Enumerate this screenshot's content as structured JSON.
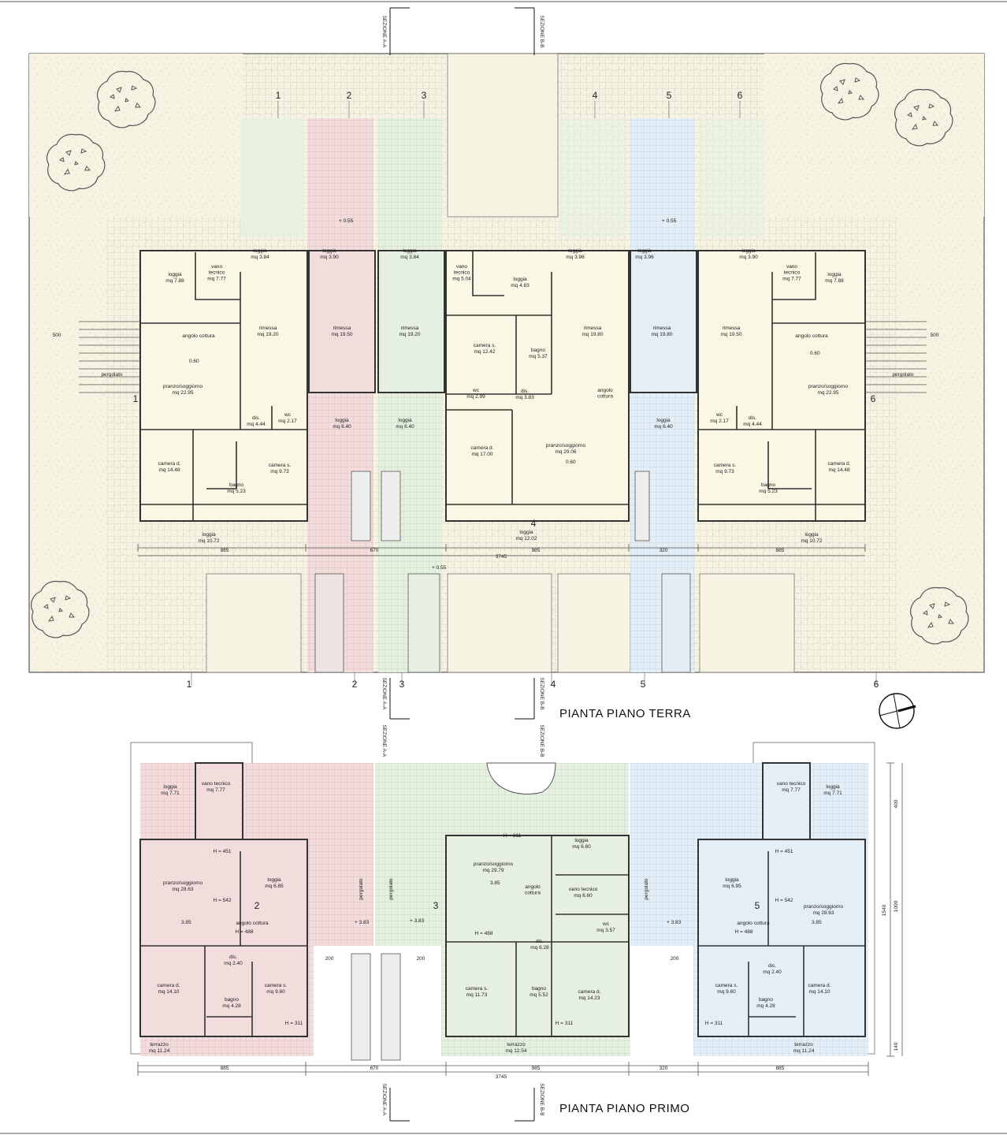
{
  "titles": {
    "ground": "PIANTA PIANO TERRA",
    "first": "PIANTA PIANO PRIMO"
  },
  "sections": {
    "aa": "SEZIONE A-A",
    "bb": "SEZIONE B-B"
  },
  "unit_numbers": [
    "1",
    "2",
    "3",
    "4",
    "5",
    "6"
  ],
  "colors": {
    "garden": "#f7f3e2",
    "paving": "#eef1ea",
    "unit_cream": "#faf7e4",
    "unit_red": "#f3dcdc",
    "unit_green": "#e6f0e0",
    "unit_blue": "#e4eef6",
    "wall": "#333333"
  },
  "ground_floor": {
    "dimensions": {
      "total": "3745",
      "modules": [
        "885",
        "670",
        "985",
        "320",
        "885"
      ],
      "side_500": "500"
    },
    "levels": [
      "+ 0.55",
      "+ 0.55",
      "+ 0.55",
      "0.60",
      "0.60",
      "0.60"
    ],
    "rooms": [
      {
        "label": "loggia",
        "area": "mq 7.88"
      },
      {
        "label": "vano\ntecnico",
        "area": "mq 7.77"
      },
      {
        "label": "loggia",
        "area": "mq 3.84"
      },
      {
        "label": "rimessa",
        "area": "mq 19.20"
      },
      {
        "label": "angolo cottura",
        "area": ""
      },
      {
        "label": "pranzo/soggiorno",
        "area": "mq 22.95"
      },
      {
        "label": "dis.",
        "area": "mq 4.44"
      },
      {
        "label": "wc",
        "area": "mq 2.17"
      },
      {
        "label": "camera d.",
        "area": "mq 14.48"
      },
      {
        "label": "camera s.",
        "area": "mq 9.73"
      },
      {
        "label": "bagno",
        "area": "mq 5.23"
      },
      {
        "label": "loggia",
        "area": "mq 10.72"
      },
      {
        "label": "loggia",
        "area": "mq 3.90"
      },
      {
        "label": "rimessa",
        "area": "mq 19.50"
      },
      {
        "label": "loggia",
        "area": "mq 6.40"
      },
      {
        "label": "loggia",
        "area": "mq 3.84"
      },
      {
        "label": "rimessa",
        "area": "mq 19.20"
      },
      {
        "label": "loggia",
        "area": "mq 6.40"
      },
      {
        "label": "vano\ntecnico",
        "area": "mq 5.04"
      },
      {
        "label": "loggia",
        "area": "mq 4.83"
      },
      {
        "label": "camera s.",
        "area": "mq 12.42"
      },
      {
        "label": "bagno",
        "area": "mq 5.37"
      },
      {
        "label": "wc",
        "area": "mq 2.99"
      },
      {
        "label": "dis.",
        "area": "mq 3.83"
      },
      {
        "label": "camera d.",
        "area": "mq 17.00"
      },
      {
        "label": "pranzo/soggiorno",
        "area": "mq 29.06"
      },
      {
        "label": "angolo\ncottura",
        "area": ""
      },
      {
        "label": "loggia",
        "area": "mq 12.02"
      },
      {
        "label": "loggia",
        "area": "mq 3.96"
      },
      {
        "label": "rimessa",
        "area": "mq 19.80"
      },
      {
        "label": "loggia",
        "area": "mq 3.96"
      },
      {
        "label": "rimessa",
        "area": "mq 19.80"
      },
      {
        "label": "loggia",
        "area": "mq 6.40"
      },
      {
        "label": "rimessa",
        "area": "mq 19.50"
      },
      {
        "label": "loggia",
        "area": "mq 3.90"
      },
      {
        "label": "vano\ntecnico",
        "area": "mq 7.77"
      },
      {
        "label": "loggia",
        "area": "mq 7.88"
      },
      {
        "label": "angolo cottura",
        "area": ""
      },
      {
        "label": "pranzo/soggiorno",
        "area": "mq 22.95"
      },
      {
        "label": "wc",
        "area": "mq 2.17"
      },
      {
        "label": "dis.",
        "area": "mq 4.44"
      },
      {
        "label": "camera s.",
        "area": "mq 9.73"
      },
      {
        "label": "bagno",
        "area": "mq 5.23"
      },
      {
        "label": "camera d.",
        "area": "mq 14.48"
      },
      {
        "label": "loggia",
        "area": "mq 10.72"
      }
    ],
    "labels": {
      "pergolato": "pergolato"
    }
  },
  "first_floor": {
    "dimensions": {
      "total": "3745",
      "modules": [
        "885",
        "670",
        "985",
        "320",
        "885"
      ],
      "side_total": "1540",
      "side_1000": "1000",
      "side_400": "400",
      "side_140": "140",
      "gap_200": "200"
    },
    "levels": [
      "3.85",
      "+ 3.83",
      "+ 3.83",
      "3.85",
      "+ 3.83",
      "3.85"
    ],
    "heights": [
      "H = 451",
      "H = 542",
      "H = 488",
      "H = 311",
      "H = 311",
      "H = 488",
      "H = 311",
      "H = 451",
      "H = 542",
      "H = 488",
      "H = 311"
    ],
    "rooms": [
      {
        "label": "loggia",
        "area": "mq 7.71"
      },
      {
        "label": "vano tecnico",
        "area": "mq 7.77"
      },
      {
        "label": "pranzo/soggiorno",
        "area": "mq 28.63"
      },
      {
        "label": "loggia",
        "area": "mq 6.85"
      },
      {
        "label": "angolo cottura",
        "area": ""
      },
      {
        "label": "dis.",
        "area": "mq 2.40"
      },
      {
        "label": "camera d.",
        "area": "mq 14.10"
      },
      {
        "label": "camera s.",
        "area": "mq 9.60"
      },
      {
        "label": "bagno",
        "area": "mq 4.28"
      },
      {
        "label": "terrazzo",
        "area": "mq 11.24"
      },
      {
        "label": "pranzo/soggiorno",
        "area": "mq 29.79"
      },
      {
        "label": "angolo\ncottura",
        "area": ""
      },
      {
        "label": "loggia",
        "area": "mq 6.60"
      },
      {
        "label": "vano tecnico",
        "area": "mq 6.60"
      },
      {
        "label": "dis.",
        "area": "mq 6.28"
      },
      {
        "label": "wc",
        "area": "mq 3.57"
      },
      {
        "label": "camera s.",
        "area": "mq 11.73"
      },
      {
        "label": "bagno",
        "area": "mq 5.52"
      },
      {
        "label": "camera d.",
        "area": "mq 14.23"
      },
      {
        "label": "terrazzo",
        "area": "mq 12.54"
      },
      {
        "label": "vano tecnico",
        "area": "mq 7.77"
      },
      {
        "label": "loggia",
        "area": "mq 7.71"
      },
      {
        "label": "loggia",
        "area": "mq 6.95"
      },
      {
        "label": "pranzo/soggiorno",
        "area": "mq 28.63"
      },
      {
        "label": "angolo cottura",
        "area": ""
      },
      {
        "label": "dis.",
        "area": "mq 2.40"
      },
      {
        "label": "camera s.",
        "area": "mq 9.60"
      },
      {
        "label": "bagno",
        "area": "mq 4.28"
      },
      {
        "label": "camera d.",
        "area": "mq 14.10"
      },
      {
        "label": "terrazzo",
        "area": "mq 11.24"
      }
    ],
    "labels": {
      "pergolato": "pergolato"
    }
  }
}
